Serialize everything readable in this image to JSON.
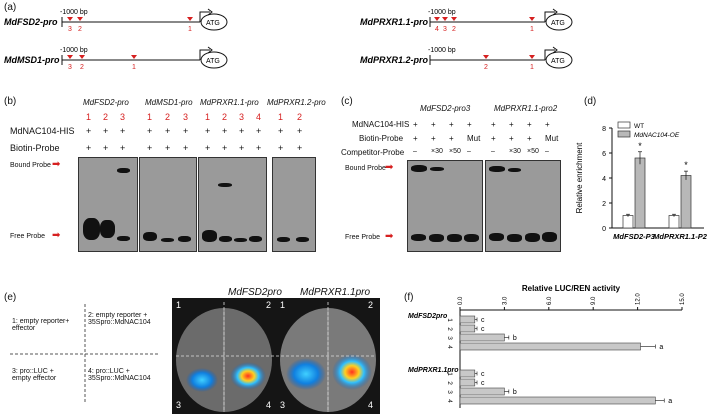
{
  "panel_a": {
    "label": "(a)",
    "promoters": [
      {
        "name": "MdFSD2-pro",
        "bp": "-1000 bp",
        "sites": [
          "3",
          "2",
          "1"
        ]
      },
      {
        "name": "MdPRXR1.1-pro",
        "bp": "-1000 bp",
        "sites": [
          "4",
          "3",
          "2",
          "1"
        ]
      },
      {
        "name": "MdMSD1-pro",
        "bp": "-1000 bp",
        "sites": [
          "3",
          "2",
          "1"
        ]
      },
      {
        "name": "MdPRXR1.2-pro",
        "bp": "-1000 bp",
        "sites": [
          "2",
          "1"
        ]
      }
    ],
    "atg": "ATG"
  },
  "panel_b": {
    "label": "(b)",
    "groups": [
      {
        "name": "MdFSD2-pro",
        "lanes": [
          "1",
          "2",
          "3"
        ]
      },
      {
        "name": "MdMSD1-pro",
        "lanes": [
          "1",
          "2",
          "3"
        ]
      },
      {
        "name": "MdPRXR1.1-pro",
        "lanes": [
          "1",
          "2",
          "3",
          "4"
        ]
      },
      {
        "name": "MdPRXR1.2-pro",
        "lanes": [
          "1",
          "2"
        ]
      }
    ],
    "row1": "MdNAC104-HIS",
    "row2": "Biotin-Probe",
    "plus": "+",
    "bound": "Bound Probe",
    "free": "Free Probe"
  },
  "panel_c": {
    "label": "(c)",
    "groups": [
      "MdFSD2-pro3",
      "MdPRXR1.1-pro2"
    ],
    "row1": "MdNAC104-HIS",
    "row2": "Biotin-Probe",
    "row3": "Competitor-Probe",
    "row1_vals": [
      "+",
      "+",
      "+",
      "+"
    ],
    "row2_vals": [
      "+",
      "+",
      "+",
      "Mut"
    ],
    "row3_vals": [
      "–",
      "×30",
      "×50",
      "–"
    ],
    "bound": "Bound Probe",
    "free": "Free Probe"
  },
  "panel_d": {
    "label": "(d)",
    "chart_data": {
      "type": "bar",
      "categories": [
        "MdFSD2-P3",
        "MdPRXR1.1-P2"
      ],
      "series": [
        {
          "name": "WT",
          "values": [
            1.0,
            1.0
          ],
          "color": "#ffffff"
        },
        {
          "name": "MdNAC104-OE",
          "values": [
            5.6,
            4.2
          ],
          "color": "#b8b8b8"
        }
      ],
      "errors": [
        [
          0.1,
          0.1
        ],
        [
          0.5,
          0.35
        ]
      ],
      "ylabel": "Relative enrichment",
      "ylim": [
        0,
        8
      ],
      "yticks": [
        "0",
        "2",
        "4",
        "6",
        "8"
      ],
      "significance": [
        "*",
        "*"
      ]
    }
  },
  "panel_e": {
    "label": "(e)",
    "legend": [
      "1: empty reporter+ effector",
      "2: empty reporter + 35Spro::MdNAC104",
      "3: pro::LUC + empty effector",
      "4: pro::LUC + 35Spro::MdNAC104"
    ],
    "leaf_titles": [
      "MdFSD2pro",
      "MdPRXR1.1pro"
    ],
    "quad": [
      "1",
      "2",
      "3",
      "4"
    ]
  },
  "panel_f": {
    "label": "(f)",
    "chart_data": {
      "type": "bar",
      "title": "Relative LUC/REN activity",
      "groups": [
        "MdFSD2pro",
        "MdPRXR1.1pro"
      ],
      "categories": [
        "1",
        "2",
        "3",
        "4"
      ],
      "values": [
        [
          1.0,
          1.0,
          3.0,
          12.2
        ],
        [
          1.0,
          1.0,
          3.0,
          13.2
        ]
      ],
      "errors": [
        [
          0.15,
          0.15,
          0.3,
          1.0
        ],
        [
          0.15,
          0.15,
          0.3,
          0.6
        ]
      ],
      "letters": [
        [
          "c",
          "c",
          "b",
          "a"
        ],
        [
          "c",
          "c",
          "b",
          "a"
        ]
      ],
      "xlim": [
        0,
        15
      ],
      "xticks": [
        "0.0",
        "3.0",
        "6.0",
        "9.0",
        "12.0",
        "15.0"
      ]
    }
  }
}
